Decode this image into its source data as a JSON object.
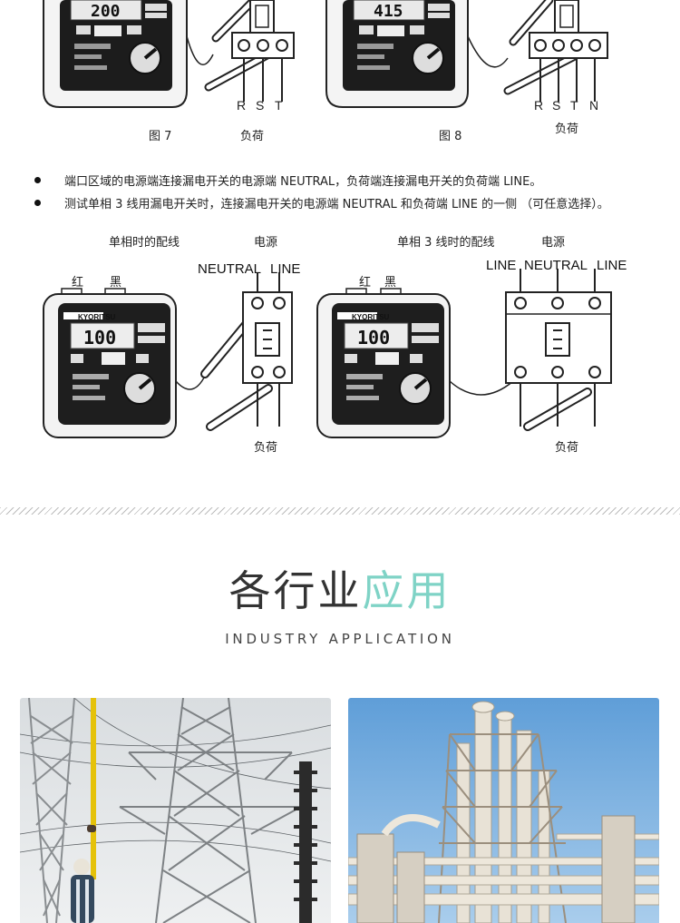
{
  "top_figures": {
    "figure7": {
      "lcd_value": "200",
      "phase_labels": [
        "R",
        "S",
        "T"
      ],
      "caption": "图 7",
      "load_label": "负荷"
    },
    "figure8": {
      "lcd_value": "415",
      "phase_labels": [
        "R",
        "S",
        "T",
        "N"
      ],
      "caption": "图 8",
      "load_label": "负荷"
    }
  },
  "bullets": [
    "端口区域的电源端连接漏电开关的电源端 NEUTRAL，负荷端连接漏电开关的负荷端 LINE。",
    "测试单相 3 线用漏电开关时，连接漏电开关的电源端 NEUTRAL 和负荷端 LINE 的一侧 （可任意选择）。"
  ],
  "diagrams": {
    "single_phase": {
      "caption": "单相时的配线",
      "source_label": "电源",
      "lead_red": "红",
      "lead_black": "黑",
      "terminals": [
        "NEUTRAL",
        "LINE"
      ],
      "lcd_value": "100",
      "brand": "KYORITSU",
      "load_label": "负荷"
    },
    "single_phase_3wire": {
      "caption": "单相 3 线时的配线",
      "source_label": "电源",
      "lead_red": "红",
      "lead_black": "黑",
      "terminals": [
        "LINE",
        "NEUTRAL",
        "LINE"
      ],
      "lcd_value": "100",
      "brand": "KYORITSU",
      "load_label": "负荷"
    }
  },
  "section": {
    "title_dark": "各行业",
    "title_accent": "应用",
    "subtitle": "INDUSTRY APPLICATION",
    "accent_color": "#7fd3c6"
  },
  "photos": [
    {
      "subject": "power-tower"
    },
    {
      "subject": "chemical-plant"
    }
  ]
}
